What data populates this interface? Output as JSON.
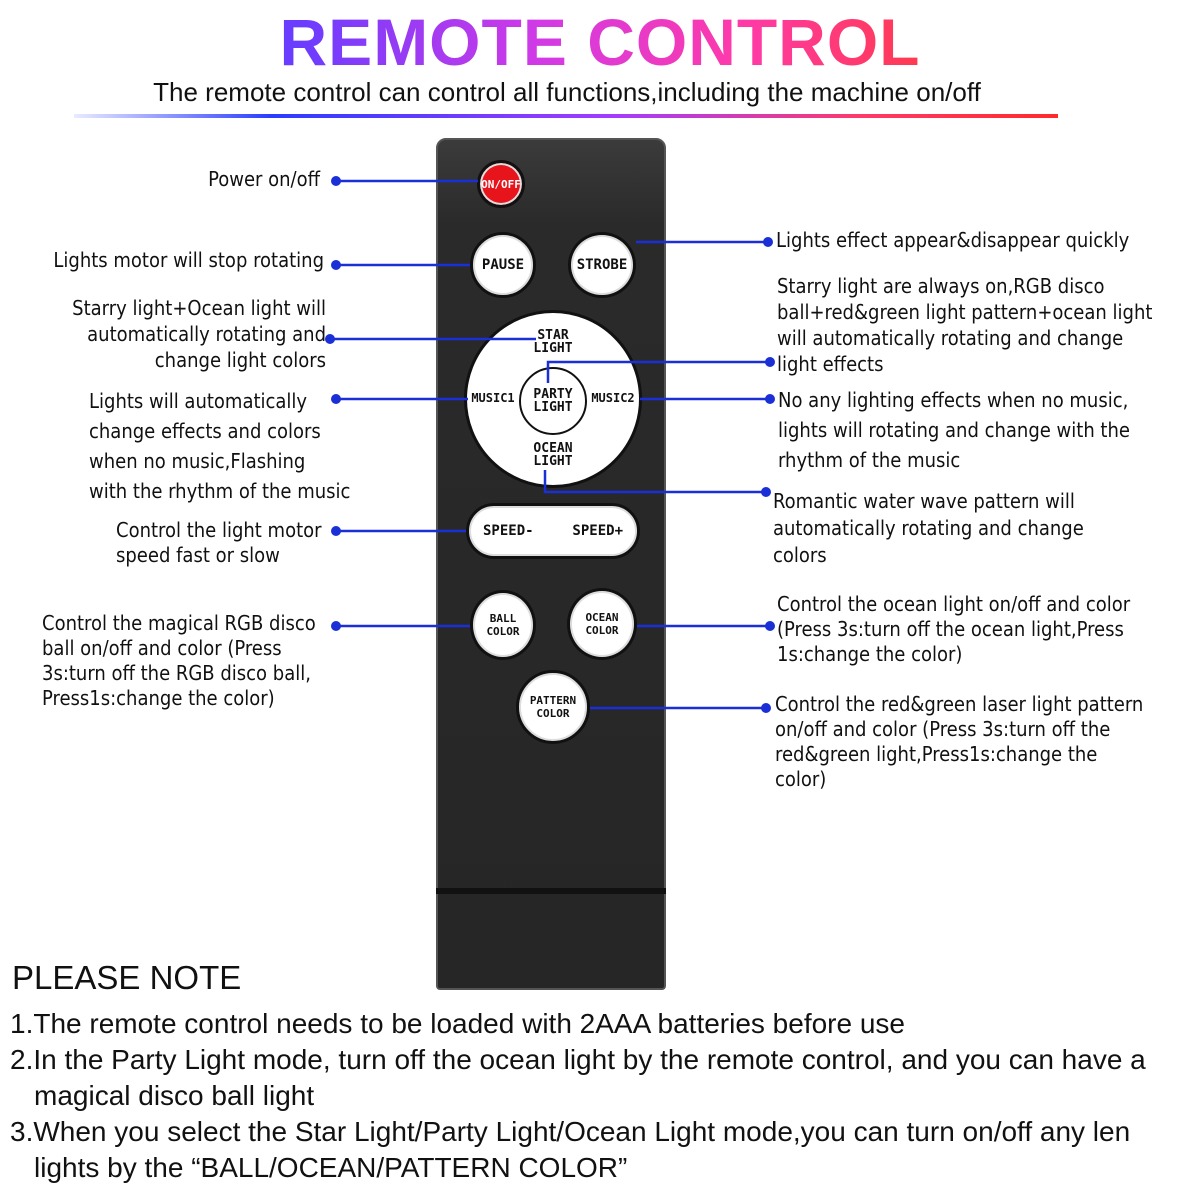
{
  "header": {
    "title": "REMOTE CONTROL",
    "subtitle": "The remote control can control all functions,including the machine on/off"
  },
  "remote": {
    "power": "ON/OFF",
    "pause": "PAUSE",
    "strobe": "STROBE",
    "star_light": "STAR\nLIGHT",
    "party_light": "PARTY\nLIGHT",
    "music1": "MUSIC1",
    "music2": "MUSIC2",
    "ocean_light": "OCEAN\nLIGHT",
    "speed_minus": "SPEED-",
    "speed_plus": "SPEED+",
    "ball_color": "BALL\nCOLOR",
    "ocean_color": "OCEAN\nCOLOR",
    "pattern_color": "PATTERN\nCOLOR"
  },
  "annotations_left": {
    "power": "Power on/off",
    "pause": "Lights motor will stop rotating",
    "star": "Starry light+Ocean light will\nautomatically rotating and\nchange light colors",
    "music1": "Lights will automatically\nchange effects and colors\nwhen no music,Flashing\nwith the rhythm of the music",
    "speed": "Control the light motor\nspeed fast or slow",
    "ball": "Control the magical RGB disco\nball on/off and color (Press\n3s:turn off the RGB disco ball,\nPress1s:change the color)"
  },
  "annotations_right": {
    "strobe": "Lights effect appear&disappear quickly",
    "party": "Starry light are always on,RGB disco\nball+red&green light pattern+ocean light\nwill automatically rotating and change\nlight effects",
    "music2": "No any lighting effects when no music,\nlights will rotating and change with the\nrhythm of the music",
    "ocean_light": "Romantic water wave pattern will\nautomatically rotating and change\ncolors",
    "ocean_color": "Control the ocean light on/off and color\n(Press 3s:turn off the ocean light,Press\n1s:change the color)",
    "pattern": "Control the red&green laser light pattern\non/off and color (Press 3s:turn off the\nred&green light,Press1s:change the\ncolor)"
  },
  "notes": {
    "title": "PLEASE NOTE",
    "items": [
      "1.The remote control needs to be loaded with 2AAA batteries before use",
      "2.In the Party Light mode, turn off the ocean light by the remote control, and you can have a magical disco ball light",
      "3.When you select the Star Light/Party Light/Ocean Light mode,you can turn on/off any len lights by the “BALL/OCEAN/PATTERN COLOR”"
    ]
  },
  "colors": {
    "leader_line": "#1a2fd6",
    "power_button": "#e8141c",
    "remote_body": "#262626"
  }
}
